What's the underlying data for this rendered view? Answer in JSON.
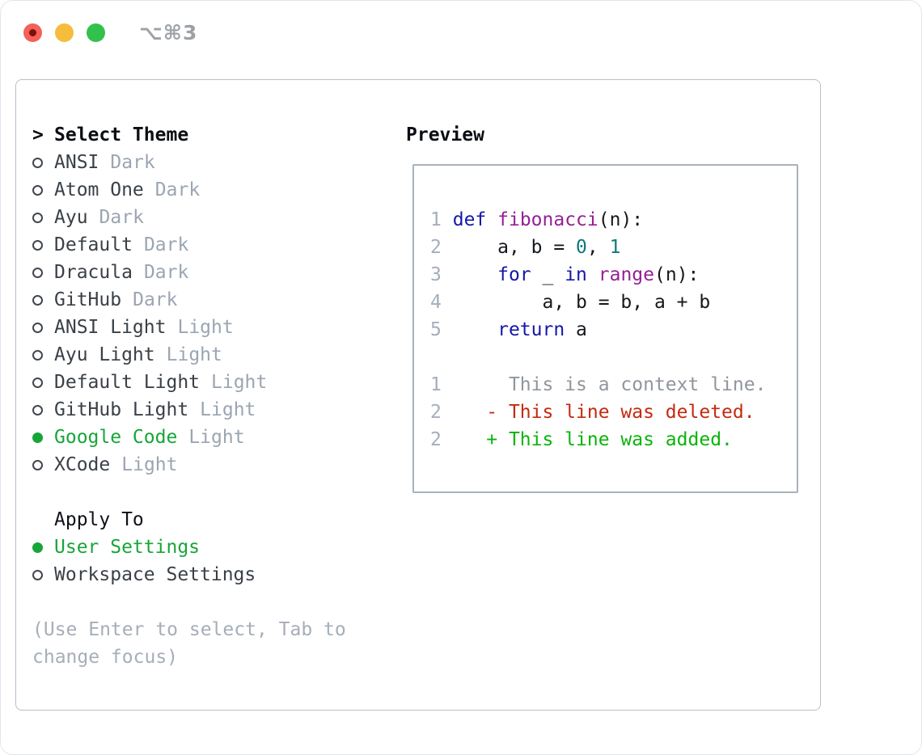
{
  "window": {
    "titlebar_shortcut": "⌥⌘3"
  },
  "theme_picker": {
    "title_prefix": ">",
    "title": "Select Theme",
    "items": [
      {
        "name": "ANSI",
        "variant": "Dark",
        "selected": false
      },
      {
        "name": "Atom One",
        "variant": "Dark",
        "selected": false
      },
      {
        "name": "Ayu",
        "variant": "Dark",
        "selected": false
      },
      {
        "name": "Default",
        "variant": "Dark",
        "selected": false
      },
      {
        "name": "Dracula",
        "variant": "Dark",
        "selected": false
      },
      {
        "name": "GitHub",
        "variant": "Dark",
        "selected": false
      },
      {
        "name": "ANSI Light",
        "variant": "Light",
        "selected": false
      },
      {
        "name": "Ayu Light",
        "variant": "Light",
        "selected": false
      },
      {
        "name": "Default Light",
        "variant": "Light",
        "selected": false
      },
      {
        "name": "GitHub Light",
        "variant": "Light",
        "selected": false
      },
      {
        "name": "Google Code",
        "variant": "Light",
        "selected": true
      },
      {
        "name": "XCode",
        "variant": "Light",
        "selected": false
      }
    ],
    "apply_to": {
      "title": "Apply To",
      "options": [
        {
          "name": "User Settings",
          "selected": true
        },
        {
          "name": "Workspace Settings",
          "selected": false
        }
      ]
    },
    "hint": "(Use Enter to select, Tab to change focus)"
  },
  "preview": {
    "title": "Preview",
    "lines": [
      [
        {
          "c": "gut",
          "t": "1"
        },
        {
          "c": "pl",
          "t": " "
        },
        {
          "c": "kw",
          "t": "def"
        },
        {
          "c": "pl",
          "t": " "
        },
        {
          "c": "fn",
          "t": "fibonacci"
        },
        {
          "c": "pl",
          "t": "(n):"
        }
      ],
      [
        {
          "c": "gut",
          "t": "2"
        },
        {
          "c": "pl",
          "t": "     a, b = "
        },
        {
          "c": "num",
          "t": "0"
        },
        {
          "c": "pl",
          "t": ", "
        },
        {
          "c": "num",
          "t": "1"
        }
      ],
      [
        {
          "c": "gut",
          "t": "3"
        },
        {
          "c": "pl",
          "t": "     "
        },
        {
          "c": "kw",
          "t": "for"
        },
        {
          "c": "pl",
          "t": " _ "
        },
        {
          "c": "kw",
          "t": "in"
        },
        {
          "c": "pl",
          "t": " "
        },
        {
          "c": "fn",
          "t": "range"
        },
        {
          "c": "pl",
          "t": "(n):"
        }
      ],
      [
        {
          "c": "gut",
          "t": "4"
        },
        {
          "c": "pl",
          "t": "         a, b = b, a + b"
        }
      ],
      [
        {
          "c": "gut",
          "t": "5"
        },
        {
          "c": "pl",
          "t": "     "
        },
        {
          "c": "kw",
          "t": "return"
        },
        {
          "c": "pl",
          "t": " a"
        }
      ],
      [],
      [
        {
          "c": "gut",
          "t": "1"
        },
        {
          "c": "ctx",
          "t": "      This is a context line."
        }
      ],
      [
        {
          "c": "gut",
          "t": "2"
        },
        {
          "c": "del",
          "t": "    - This line was deleted."
        }
      ],
      [
        {
          "c": "gut",
          "t": "2"
        },
        {
          "c": "add",
          "t": "    + This line was added."
        }
      ]
    ]
  },
  "colors": {
    "accent_green": "#17a53a",
    "keyword": "#1517a8",
    "function_name": "#942194",
    "literal": "#0c7a7c",
    "code_plain": "#15181c",
    "gutter": "#a4aebc",
    "context": "#90969d",
    "deleted": "#c42a10",
    "added": "#0ab40a"
  }
}
